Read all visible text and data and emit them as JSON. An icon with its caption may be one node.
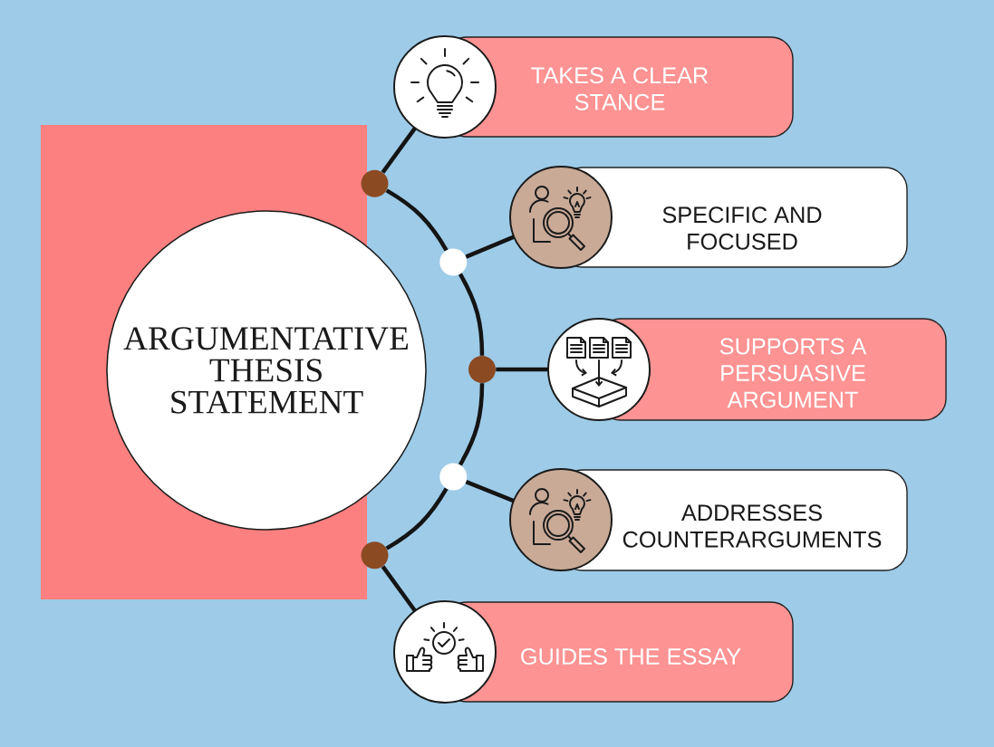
{
  "diagram": {
    "nodes": [
      {
        "text": [
          "ARGUMENTATIVE THESIS STATEMENT"
        ]
      },
      {
        "text": [
          "TAKES A CLEAR STANCE"
        ]
      },
      {
        "text": [
          "SPECIFIC AND FOCUSED"
        ]
      },
      {
        "text": [
          "SUPPORTS A PERSUASIVE ARGUMENT"
        ]
      },
      {
        "text": [
          "ADDRESSES COUNTERARGUMENTS"
        ]
      },
      {
        "text": [
          "GUIDES THE ESSAY"
        ]
      },
      {
        "text": [],
        "shape": "circle"
      },
      {
        "text": [],
        "shape": "circle"
      },
      {
        "text": [],
        "shape": "circle"
      },
      {
        "text": [],
        "shape": "circle"
      },
      {
        "text": [],
        "shape": "circle"
      }
    ],
    "edges": [
      {
        "from": 6,
        "to": 7,
        "arrow": "none"
      },
      {
        "from": 7,
        "to": 8,
        "arrow": "none"
      },
      {
        "from": 8,
        "to": 9,
        "arrow": "none"
      },
      {
        "from": 9,
        "to": 10,
        "arrow": "none"
      },
      {
        "from": 6,
        "to": 1,
        "arrow": "none"
      },
      {
        "from": 7,
        "to": 2,
        "arrow": "none"
      },
      {
        "from": 8,
        "to": 3,
        "arrow": "none"
      },
      {
        "from": 9,
        "to": 4,
        "arrow": "none"
      },
      {
        "from": 10,
        "to": 5,
        "arrow": "none"
      }
    ]
  }
}
